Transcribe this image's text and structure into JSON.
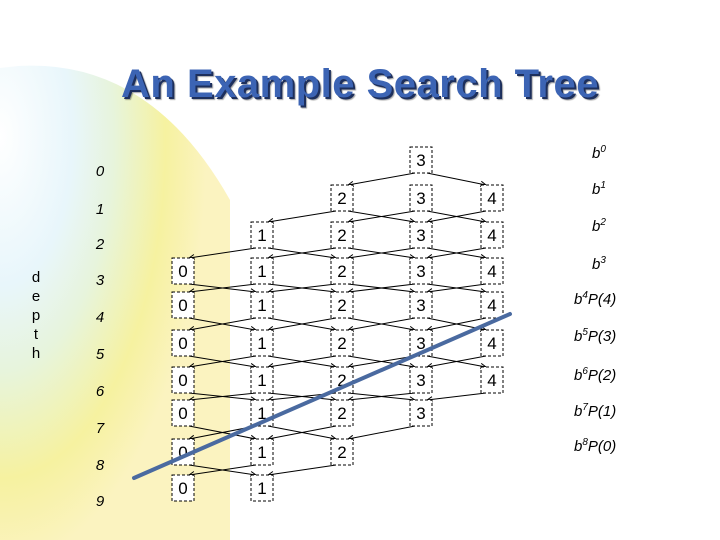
{
  "title": "An Example Search Tree",
  "depth_labels": [
    "0",
    "1",
    "2",
    "3",
    "4",
    "5",
    "6",
    "7",
    "8",
    "9"
  ],
  "depth_word": [
    "d",
    "e",
    "p",
    "t",
    "h"
  ],
  "right_labels": [
    {
      "base": "b",
      "exp": "0",
      "suffix": ""
    },
    {
      "base": "b",
      "exp": "1",
      "suffix": ""
    },
    {
      "base": "b",
      "exp": "2",
      "suffix": ""
    },
    {
      "base": "b",
      "exp": "3",
      "suffix": ""
    },
    {
      "base": "b",
      "exp": "4",
      "suffix": "P(4)"
    },
    {
      "base": "b",
      "exp": "5",
      "suffix": "P(3)"
    },
    {
      "base": "b",
      "exp": "6",
      "suffix": "P(2)"
    },
    {
      "base": "b",
      "exp": "7",
      "suffix": "P(1)"
    },
    {
      "base": "b",
      "exp": "8",
      "suffix": "P(0)"
    }
  ],
  "tree_rows": [
    [
      "3"
    ],
    [
      "2",
      "3",
      "4"
    ],
    [
      "1",
      "2",
      "3",
      "4"
    ],
    [
      "0",
      "1",
      "2",
      "3",
      "4"
    ],
    [
      "0",
      "1",
      "2",
      "3",
      "4"
    ],
    [
      "0",
      "1",
      "2",
      "3",
      "4"
    ],
    [
      "0",
      "1",
      "2",
      "3",
      "4"
    ],
    [
      "0",
      "1",
      "2",
      "3"
    ],
    [
      "0",
      "1",
      "2"
    ],
    [
      "0",
      "1"
    ]
  ],
  "colors": {
    "title": "#3c64b4",
    "cut_line": "#4a6aa0",
    "background_accent": "#f6f2a0"
  }
}
